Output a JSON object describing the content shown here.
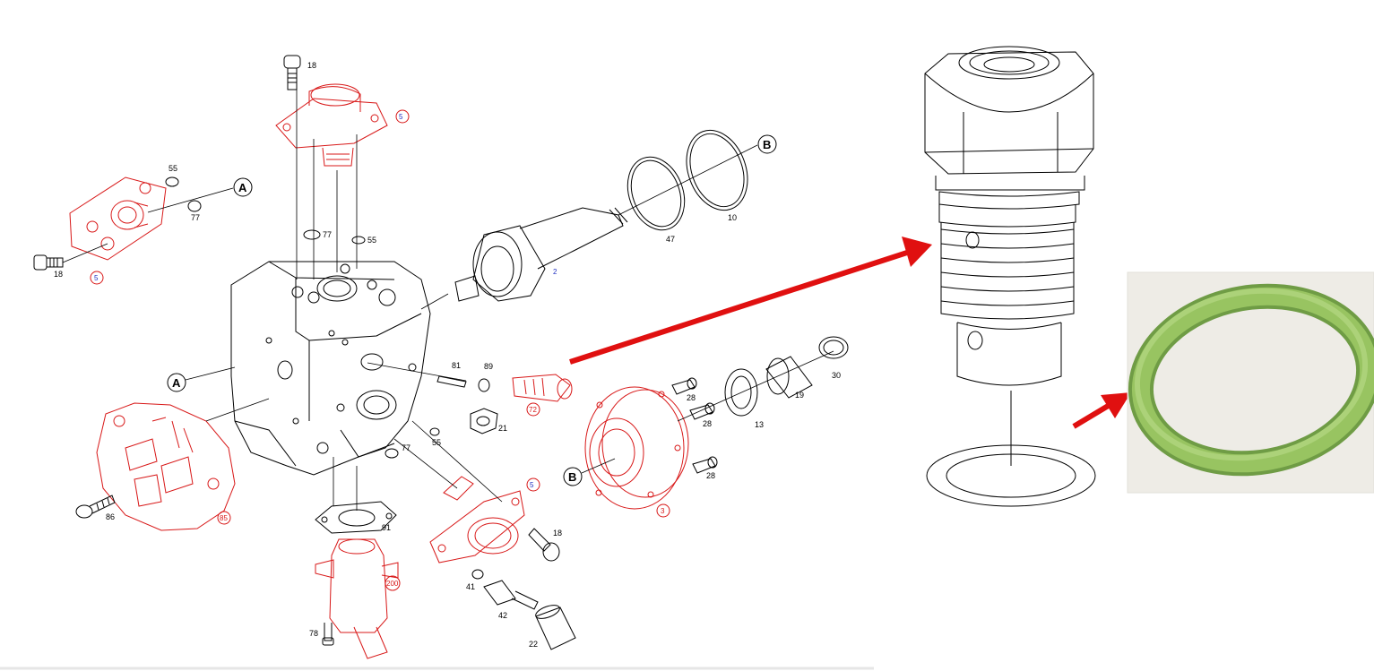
{
  "callouts": {
    "a": "A",
    "b": "B"
  },
  "part_labels": {
    "screw_top": "18",
    "red_top": "5",
    "washer_55_left": "55",
    "oring_77_left": "77",
    "screw_left": "18",
    "red_left": "5",
    "oring_77_top": "77",
    "washer_55_top": "55",
    "shaft": "2",
    "ring_47": "47",
    "ring_10": "10",
    "p81": "81",
    "p89": "89",
    "p72": "72",
    "p21": "21",
    "p55_mid": "55",
    "p77_mid": "77",
    "red_mid": "5",
    "p18_mid": "18",
    "p91": "91",
    "p200": "200",
    "p86": "86",
    "p85": "85",
    "p41": "41",
    "p42": "42",
    "p22": "22",
    "p78": "78",
    "p28a": "28",
    "p28b": "28",
    "p28c": "28",
    "p13": "13",
    "p19": "19",
    "p30": "30",
    "p3": "3"
  },
  "colors": {
    "highlight_red": "#d81818",
    "arrow_red": "#e01010",
    "oring_green": "#8fbf5a",
    "photo_bg": "#eeece6"
  },
  "icons": [
    "exploded-parts-diagram",
    "valve-drawing",
    "green-o-ring-photo",
    "red-arrow"
  ]
}
